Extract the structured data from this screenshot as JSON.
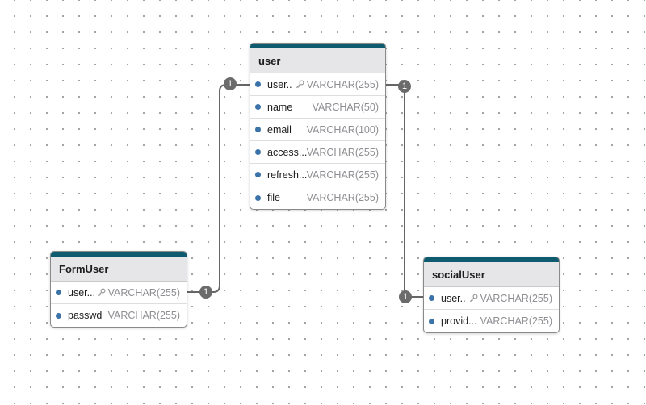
{
  "colors": {
    "table_accent": "#0e5a6f",
    "key_dot": "#3b72a8",
    "edge": "#666666",
    "badge": "#6b6b6b"
  },
  "tables": {
    "user": {
      "name": "user",
      "columns": [
        {
          "name": "user...",
          "type": "VARCHAR(255)",
          "key": true
        },
        {
          "name": "name",
          "type": "VARCHAR(50)",
          "key": false
        },
        {
          "name": "email",
          "type": "VARCHAR(100)",
          "key": false
        },
        {
          "name": "access...",
          "type": "VARCHAR(255)",
          "key": false
        },
        {
          "name": "refresh...",
          "type": "VARCHAR(255)",
          "key": false
        },
        {
          "name": "file",
          "type": "VARCHAR(255)",
          "key": false
        }
      ]
    },
    "formuser": {
      "name": "FormUser",
      "columns": [
        {
          "name": "user...",
          "type": "VARCHAR(255)",
          "key": true
        },
        {
          "name": "passwd",
          "type": "VARCHAR(255)",
          "key": false
        }
      ]
    },
    "socialuser": {
      "name": "socialUser",
      "columns": [
        {
          "name": "user...",
          "type": "VARCHAR(255)",
          "key": true
        },
        {
          "name": "provid...",
          "type": "VARCHAR(255)",
          "key": false
        }
      ]
    }
  },
  "relationships": {
    "user_formuser": {
      "from_cardinality": "1",
      "to_cardinality": "1"
    },
    "user_socialuser": {
      "from_cardinality": "1",
      "to_cardinality": "1"
    }
  }
}
